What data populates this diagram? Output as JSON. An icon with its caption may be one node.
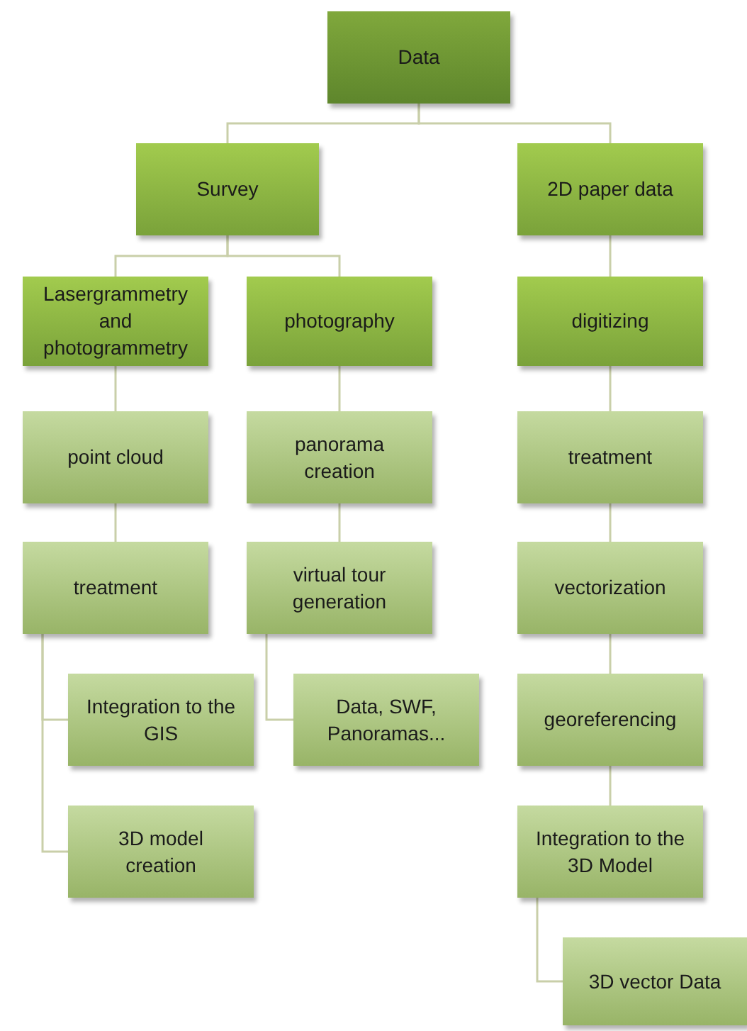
{
  "diagram": {
    "nodes": [
      {
        "text": [
          "Data"
        ]
      },
      {
        "text": [
          "Survey"
        ]
      },
      {
        "text": [
          "2D paper data"
        ]
      },
      {
        "text": [
          "Lasergrammetry and photogrammetry"
        ]
      },
      {
        "text": [
          "photography"
        ]
      },
      {
        "text": [
          "digitizing"
        ]
      },
      {
        "text": [
          "point cloud"
        ]
      },
      {
        "text": [
          "panorama creation"
        ]
      },
      {
        "text": [
          "treatment"
        ]
      },
      {
        "text": [
          "treatment"
        ]
      },
      {
        "text": [
          "virtual tour generation"
        ]
      },
      {
        "text": [
          "vectorization"
        ]
      },
      {
        "text": [
          "Integration to the GIS"
        ]
      },
      {
        "text": [
          "Data, SWF, Panoramas..."
        ]
      },
      {
        "text": [
          "georeferencing"
        ]
      },
      {
        "text": [
          "3D model creation"
        ]
      },
      {
        "text": [
          "Integration to the 3D Model"
        ]
      },
      {
        "text": [
          "3D vector Data"
        ]
      }
    ],
    "edges": [
      {
        "from": 0,
        "to": 1,
        "arrow": "none"
      },
      {
        "from": 0,
        "to": 2,
        "arrow": "none"
      },
      {
        "from": 1,
        "to": 3,
        "arrow": "none"
      },
      {
        "from": 1,
        "to": 4,
        "arrow": "none"
      },
      {
        "from": 2,
        "to": 5,
        "arrow": "none"
      },
      {
        "from": 3,
        "to": 6,
        "arrow": "none"
      },
      {
        "from": 4,
        "to": 7,
        "arrow": "none"
      },
      {
        "from": 5,
        "to": 8,
        "arrow": "none"
      },
      {
        "from": 6,
        "to": 9,
        "arrow": "none"
      },
      {
        "from": 7,
        "to": 10,
        "arrow": "none"
      },
      {
        "from": 8,
        "to": 11,
        "arrow": "none"
      },
      {
        "from": 9,
        "to": 12,
        "arrow": "none"
      },
      {
        "from": 9,
        "to": 15,
        "arrow": "none"
      },
      {
        "from": 10,
        "to": 13,
        "arrow": "none"
      },
      {
        "from": 11,
        "to": 14,
        "arrow": "none"
      },
      {
        "from": 14,
        "to": 16,
        "arrow": "none"
      },
      {
        "from": 16,
        "to": 17,
        "arrow": "none"
      }
    ]
  }
}
